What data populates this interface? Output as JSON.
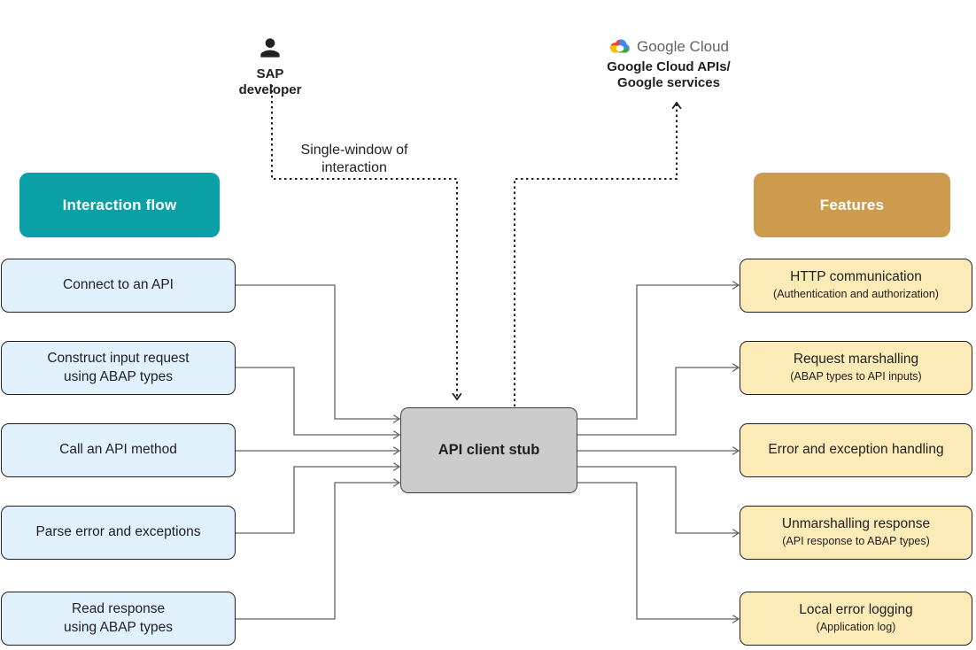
{
  "diagram": {
    "actors": {
      "sap_developer": {
        "label": "SAP developer",
        "icon": "person-icon"
      },
      "google_cloud": {
        "logo_text": "Google Cloud",
        "label": "Google Cloud APIs/\nGoogle services",
        "icon": "google-cloud-logo-icon"
      }
    },
    "annotation": {
      "single_window": "Single-window of\ninteraction"
    },
    "headers": {
      "interaction_flow": {
        "label": "Interaction flow",
        "color": "#0aa0a6"
      },
      "features": {
        "label": "Features",
        "color": "#cc9b4d"
      }
    },
    "center": {
      "label": "API client stub",
      "color": "#cccccc"
    },
    "interaction_steps": [
      {
        "label": "Connect to an API"
      },
      {
        "label": "Construct input request\nusing ABAP types"
      },
      {
        "label": "Call an API method"
      },
      {
        "label": "Parse error and exceptions"
      },
      {
        "label": "Read response\nusing ABAP types"
      }
    ],
    "features": [
      {
        "label": "HTTP communication",
        "sublabel": "(Authentication and authorization)"
      },
      {
        "label": "Request marshalling",
        "sublabel": "(ABAP types to API inputs)"
      },
      {
        "label": "Error and exception handling",
        "sublabel": ""
      },
      {
        "label": "Unmarshalling response",
        "sublabel": "(API response to ABAP types)"
      },
      {
        "label": "Local error logging",
        "sublabel": "(Application log)"
      }
    ],
    "colors": {
      "step_fill": "#e1f1fb",
      "feature_fill": "#fcebb6",
      "stub_fill": "#cccccc",
      "connector_line": "#5f6368",
      "dotted_line": "#1f1f1f",
      "text": "#202124",
      "google_logo_blue": "#4285f4",
      "google_logo_red": "#ea4335",
      "google_logo_yellow": "#fbbc04",
      "google_logo_green": "#34a853"
    }
  }
}
